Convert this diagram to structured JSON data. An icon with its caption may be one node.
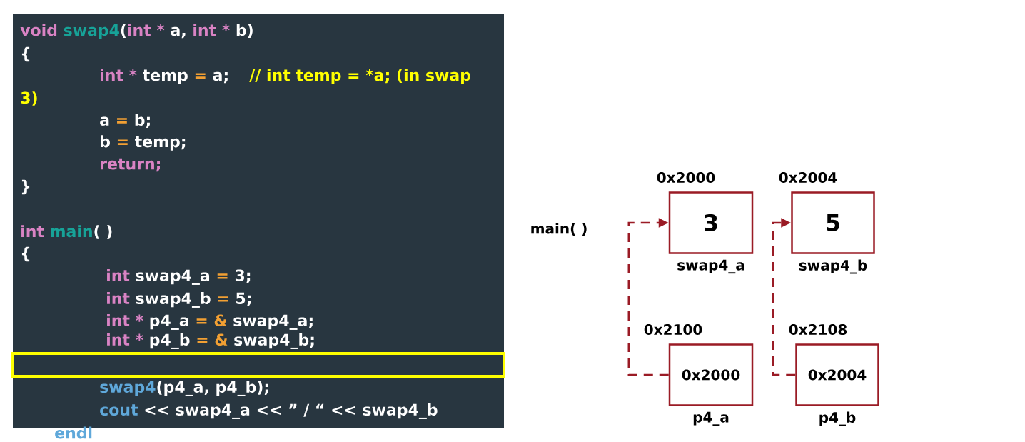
{
  "diagram": {
    "nodes": [
      {
        "text": [
          "3"
        ],
        "beside": [
          "0x2000",
          "swap4_a"
        ]
      },
      {
        "text": [
          "5"
        ],
        "beside": [
          "0x2004",
          "swap4_b"
        ]
      },
      {
        "text": [
          "0x2000"
        ],
        "beside": [
          "0x2100",
          "p4_a"
        ]
      },
      {
        "text": [
          "0x2004"
        ],
        "beside": [
          "0x2108",
          "p4_b"
        ]
      }
    ],
    "edges": [
      {
        "from": 2,
        "to": 0,
        "arrow": "to",
        "style": "dashed"
      },
      {
        "from": 3,
        "to": 1,
        "arrow": "to",
        "style": "dashed"
      }
    ],
    "labels": [
      "void",
      "swap4",
      "(",
      "int *",
      "a,",
      "int *",
      "b)",
      "{",
      "int *",
      "temp",
      "=",
      "a;",
      "// int temp = *a; (in swap",
      "3)",
      "a",
      "=",
      "b;",
      "b",
      "=",
      "temp;",
      "return;",
      "}",
      "int",
      "main",
      "( )",
      "{",
      "int",
      "swap4_a",
      "=",
      "3;",
      "int",
      "swap4_b",
      "=",
      "5;",
      "int *",
      "p4_a",
      "= &",
      "swap4_a;",
      "int *",
      "p4_b",
      "= &",
      "swap4_b;",
      "swap4",
      "(p4_a, p4_b);",
      "cout",
      "<< swap4_a << ” / “ << swap4_b",
      "endl",
      "main( )"
    ]
  }
}
